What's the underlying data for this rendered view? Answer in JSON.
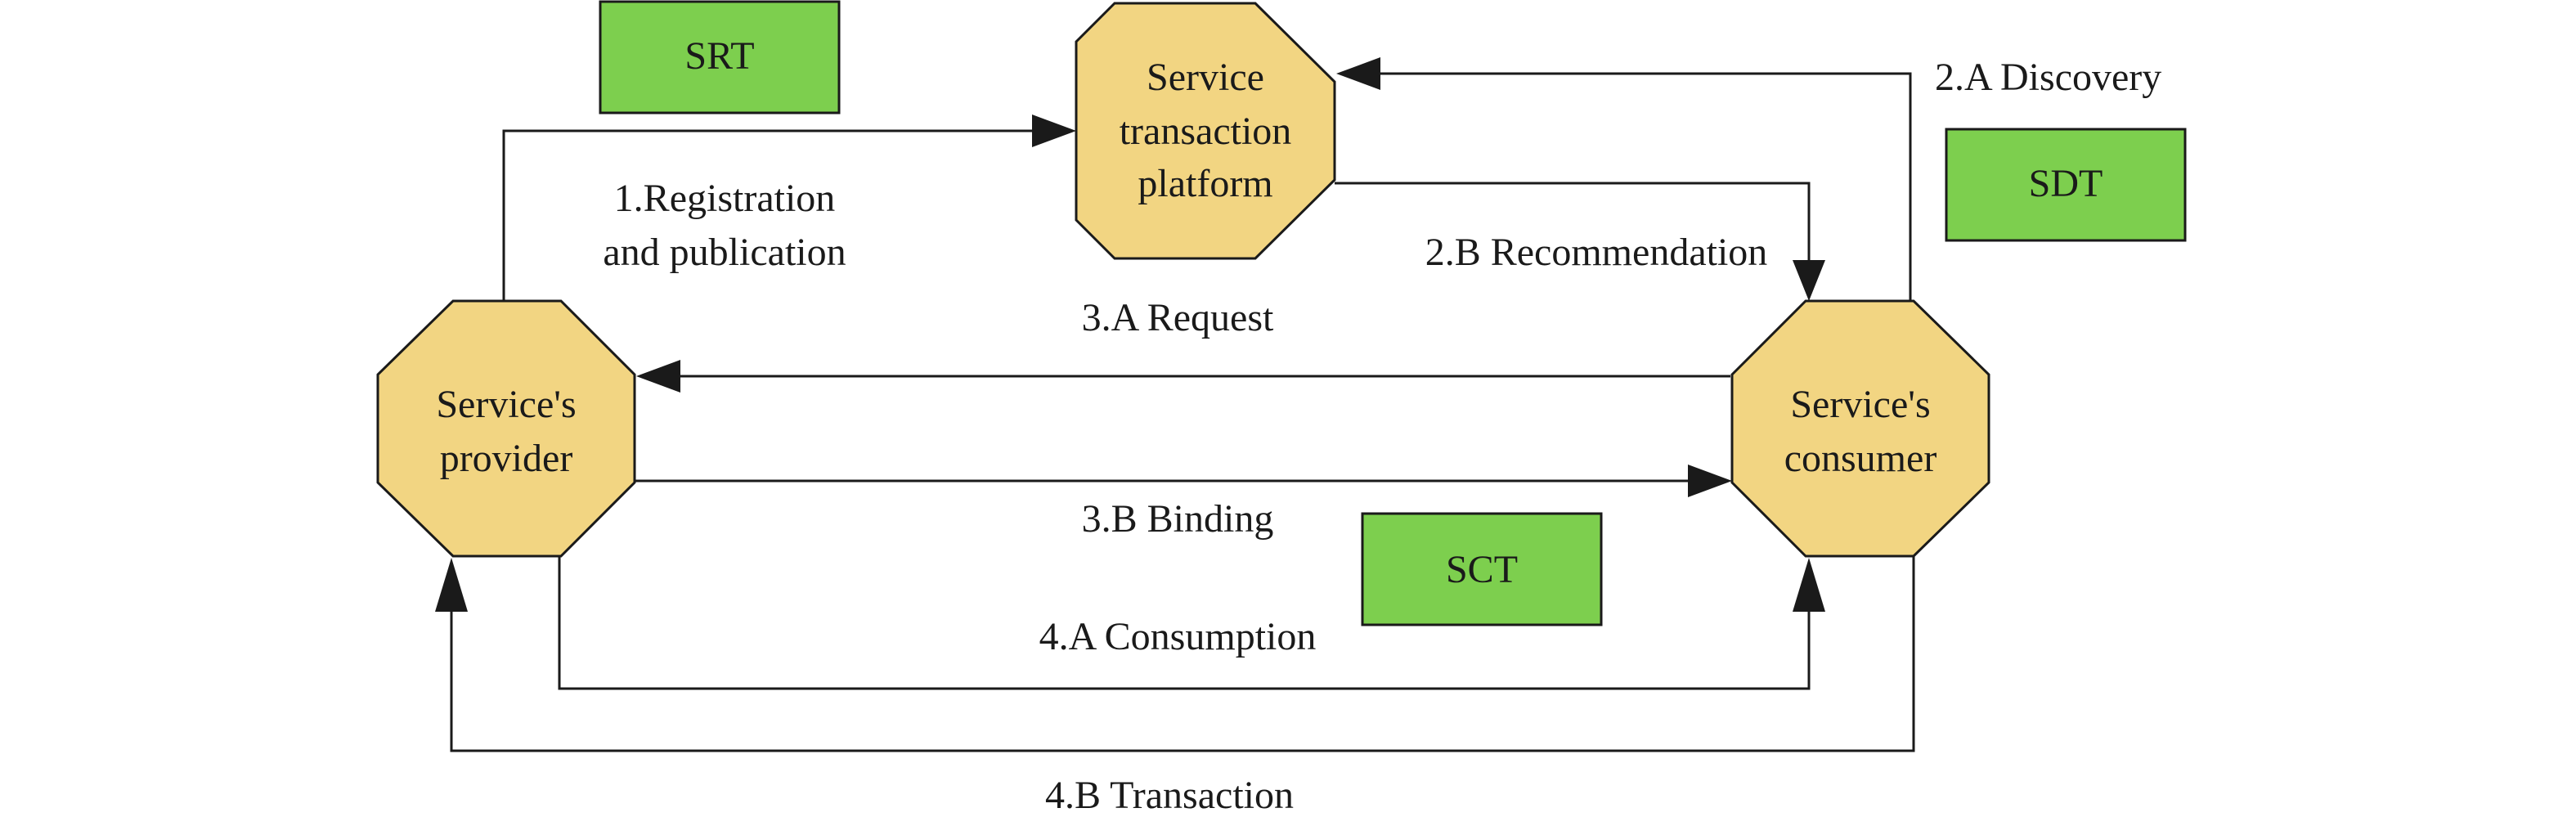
{
  "nodes": {
    "platform": [
      "Service",
      "transaction",
      "platform"
    ],
    "provider": [
      "Service's",
      "provider"
    ],
    "consumer": [
      "Service's",
      "consumer"
    ]
  },
  "tags": {
    "srt": "SRT",
    "sdt": "SDT",
    "sct": "SCT"
  },
  "edges": {
    "registration": [
      "1.Registration",
      "and publication"
    ],
    "discovery": "2.A Discovery",
    "recommendation": "2.B Recommendation",
    "request": "3.A Request",
    "binding": "3.B Binding",
    "consumption": "4.A Consumption",
    "transaction": "4.B Transaction"
  },
  "colors": {
    "node_fill": "#f2d582",
    "tag_fill": "#7dcf4e",
    "line": "#1a1a1a"
  }
}
